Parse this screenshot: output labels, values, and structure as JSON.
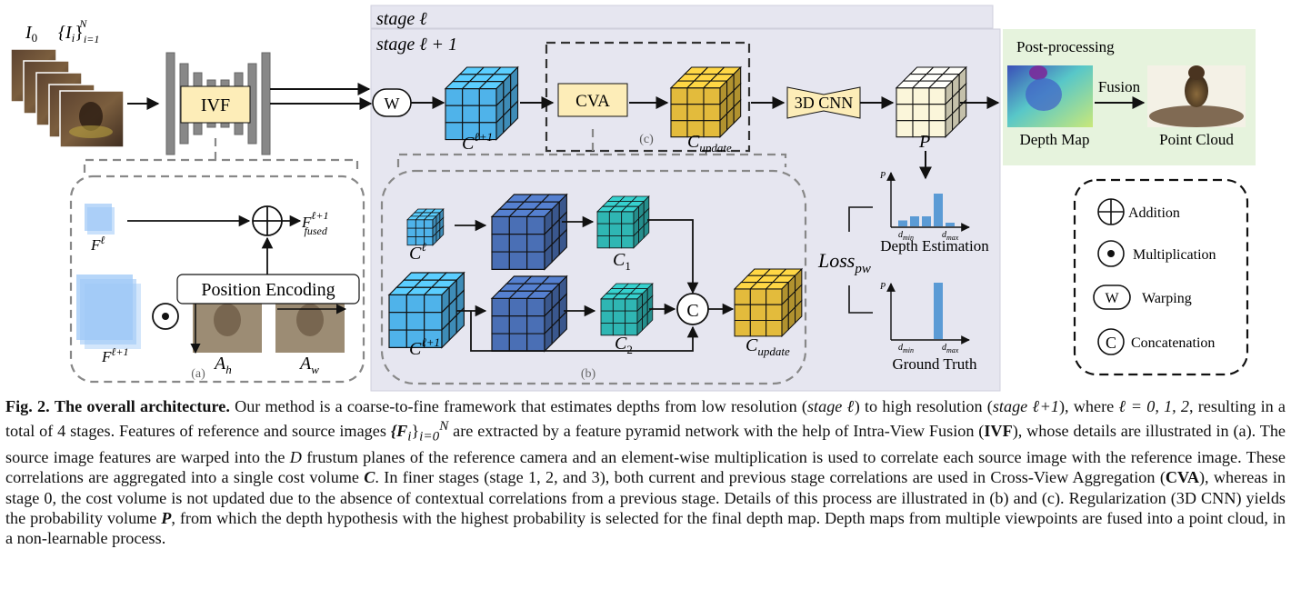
{
  "labels": {
    "i0": "I",
    "i0_sub": "0",
    "ii": "{I",
    "ii_sub": "i",
    "ii_close": "}",
    "ii_range_sub": "i=1",
    "ii_range_sup": "N",
    "ivf": "IVF",
    "stage_l": "stage ℓ",
    "stage_l1": "stage ℓ + 1",
    "warp": "W",
    "c_l1": "C",
    "c_l1_sup": "ℓ+1",
    "cva": "CVA",
    "c_label": "(c)",
    "c_update": "C",
    "c_update_sub": "update",
    "cnn3d": "3D CNN",
    "p": "P",
    "post_processing": "Post-processing",
    "fusion": "Fusion",
    "depth_map": "Depth Map",
    "point_cloud": "Point Cloud",
    "f_l": "F",
    "f_l_sup": "ℓ",
    "f_fused": "F",
    "f_fused_sup": "ℓ+1",
    "f_fused_sub": "fused",
    "f_l1": "F",
    "f_l1_sup": "ℓ+1",
    "position_encoding": "Position Encoding",
    "a_h": "A",
    "a_h_sub": "h",
    "a_w": "A",
    "a_w_sub": "w",
    "a_label": "(a)",
    "b_c_l": "C",
    "b_c_l_sup": "ℓ",
    "b_c_l1": "C",
    "b_c_l1_sup": "ℓ+1",
    "c1": "C",
    "c1_sub": "1",
    "c2": "C",
    "c2_sub": "2",
    "concat_c": "C",
    "b_c_update": "C",
    "b_c_update_sub": "update",
    "b_label": "(b)",
    "loss": "Loss",
    "loss_sub": "pw",
    "depth_estimation": "Depth Estimation",
    "ground_truth": "Ground Truth",
    "axis_p": "P",
    "dmin": "d",
    "dmin_sub": "min",
    "dmax": "d",
    "dmax_sub": "max",
    "legend_addition": "Addition",
    "legend_multiplication": "Multiplication",
    "legend_warping": "Warping",
    "legend_w": "W",
    "legend_concatenation": "Concatenation",
    "legend_c": "C"
  },
  "bars": {
    "estimation": [
      0.13,
      0.22,
      0.22,
      0.72,
      0.08
    ],
    "ground_truth": [
      0.0,
      0.0,
      0.0,
      1.0,
      0.0
    ]
  },
  "colors": {
    "stage_bg": "#e6e6f0",
    "post_bg": "#e6f3dd",
    "ivf_fill": "#fdedb8",
    "cube_blue": "#4fb3ea",
    "cube_navy": "#4a6fb5",
    "cube_teal": "#2fb6b3",
    "cube_gold": "#e3bb3c",
    "cube_cream": "#fbf6da",
    "feature_blue": "#9ec8f7",
    "bar_blue": "#5b9bd5"
  },
  "caption": {
    "fig": "Fig. 2.",
    "title": "The overall architecture.",
    "seg1": "Our method is a coarse-to-fine framework that estimates depths from low resolution (",
    "stage_a": "stage ℓ",
    "seg2": ") to high resolution (",
    "stage_b": "stage ℓ+1",
    "seg3": "), where ",
    "math1": "ℓ = 0, 1, 2",
    "seg4": ", resulting in a total of 4 stages. Features of reference and source images ",
    "math2": "{F",
    "math2_sub": "i",
    "math2_close": "}",
    "math2_range": "i=0",
    "math2_sup": "N",
    "seg5": " are extracted by a feature pyramid network with the help of Intra-View Fusion (",
    "ivf": "IVF",
    "seg6": "), whose details are illustrated in (a). The source image features are warped into the ",
    "math3": "D",
    "seg7": " frustum planes of the reference camera and an element-wise multiplication is used to correlate each source image with the reference image. These correlations are aggregated into a single cost volume ",
    "math4": "C",
    "seg8": ". In finer stages (stage 1, 2, and 3), both current and previous stage correlations are used in Cross-View Aggregation (",
    "cva": "CVA",
    "seg9": "), whereas in stage 0, the cost volume is not updated due to the absence of contextual correlations from a previous stage. Details of this process are illustrated in (b) and (c). Regularization (3D CNN) yields the probability volume ",
    "math5": "P",
    "seg10": ", from which the depth hypothesis with the highest probability is selected for the final depth map. Depth maps from multiple viewpoints are fused into a point cloud, in a non-learnable process."
  }
}
